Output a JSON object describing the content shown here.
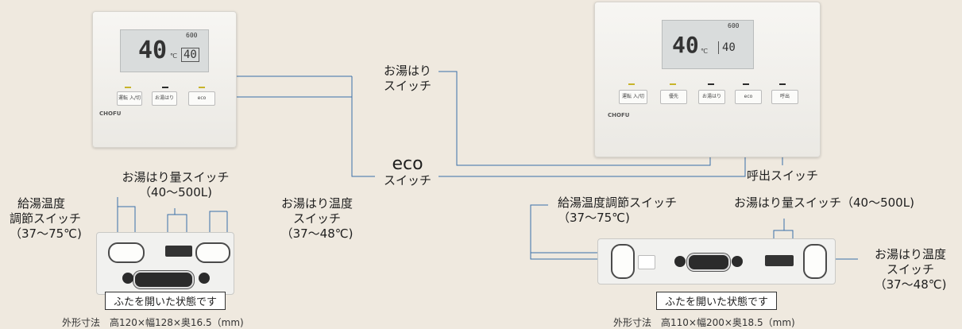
{
  "left_unit": {
    "lcd_big": "40",
    "lcd_unit": "℃",
    "lcd_small": "40",
    "lcd_small_unit": "℃",
    "lcd_top": "600",
    "buttons": [
      "運転 入/切",
      "お湯はり",
      "eco"
    ],
    "brand": "CHOFU"
  },
  "right_unit": {
    "lcd_big": "40",
    "lcd_unit": "℃",
    "lcd_small": "40",
    "lcd_top": "600",
    "buttons": [
      "運転 入/切",
      "優先",
      "お湯はり",
      "eco",
      "呼出"
    ],
    "brand": "CHOFU"
  },
  "labels": {
    "oyu_hari_switch_1": "お湯はり",
    "oyu_hari_switch_2": "スイッチ",
    "eco_1": "eco",
    "eco_2": "スイッチ",
    "yobidashi": "呼出スイッチ",
    "left_amount_1": "お湯はり量スイッチ",
    "left_amount_2": "（40～500L)",
    "left_temp_1": "給湯温度",
    "left_temp_2": "調節スイッチ",
    "left_temp_3": "（37～75℃)",
    "left_bath_1": "お湯はり温度",
    "left_bath_2": "スイッチ",
    "left_bath_3": "（37～48℃)",
    "right_temp_1": "給湯温度調節スイッチ",
    "right_temp_2": "（37～75℃)",
    "right_amount": "お湯はり量スイッチ（40～500L)",
    "right_bath_1": "お湯はり温度",
    "right_bath_2": "スイッチ",
    "right_bath_3": "（37～48℃)"
  },
  "left_open_panel": {
    "caption": "ふたを開いた状態です",
    "dims": "外形寸法　高120×幅128×奥16.5（mm)"
  },
  "right_open_panel": {
    "caption": "ふたを開いた状態です",
    "dims": "外形寸法　高110×幅200×奥18.5（mm)"
  }
}
